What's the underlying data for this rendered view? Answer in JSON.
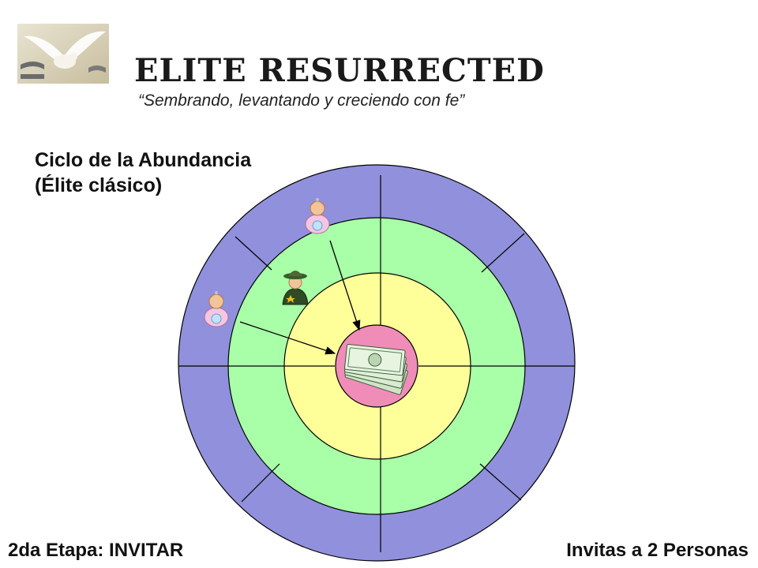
{
  "header": {
    "title": "ELITE RESURRECTED",
    "slogan": "“Sembrando, levantando y creciendo con fe”"
  },
  "diagram": {
    "title_line1": "Ciclo de la Abundancia",
    "title_line2": "(Élite clásico)",
    "colors": {
      "outer_ring": "#9090dc",
      "second_ring": "#a8ffa8",
      "third_ring": "#ffff99",
      "center": "#f08cb8"
    },
    "icons": [
      "dove-logo-icon",
      "woman-person-icon",
      "sheriff-person-icon",
      "money-stack-icon"
    ]
  },
  "footer": {
    "stage": "2da Etapa: INVITAR",
    "invite": "Invitas a 2 Personas"
  }
}
